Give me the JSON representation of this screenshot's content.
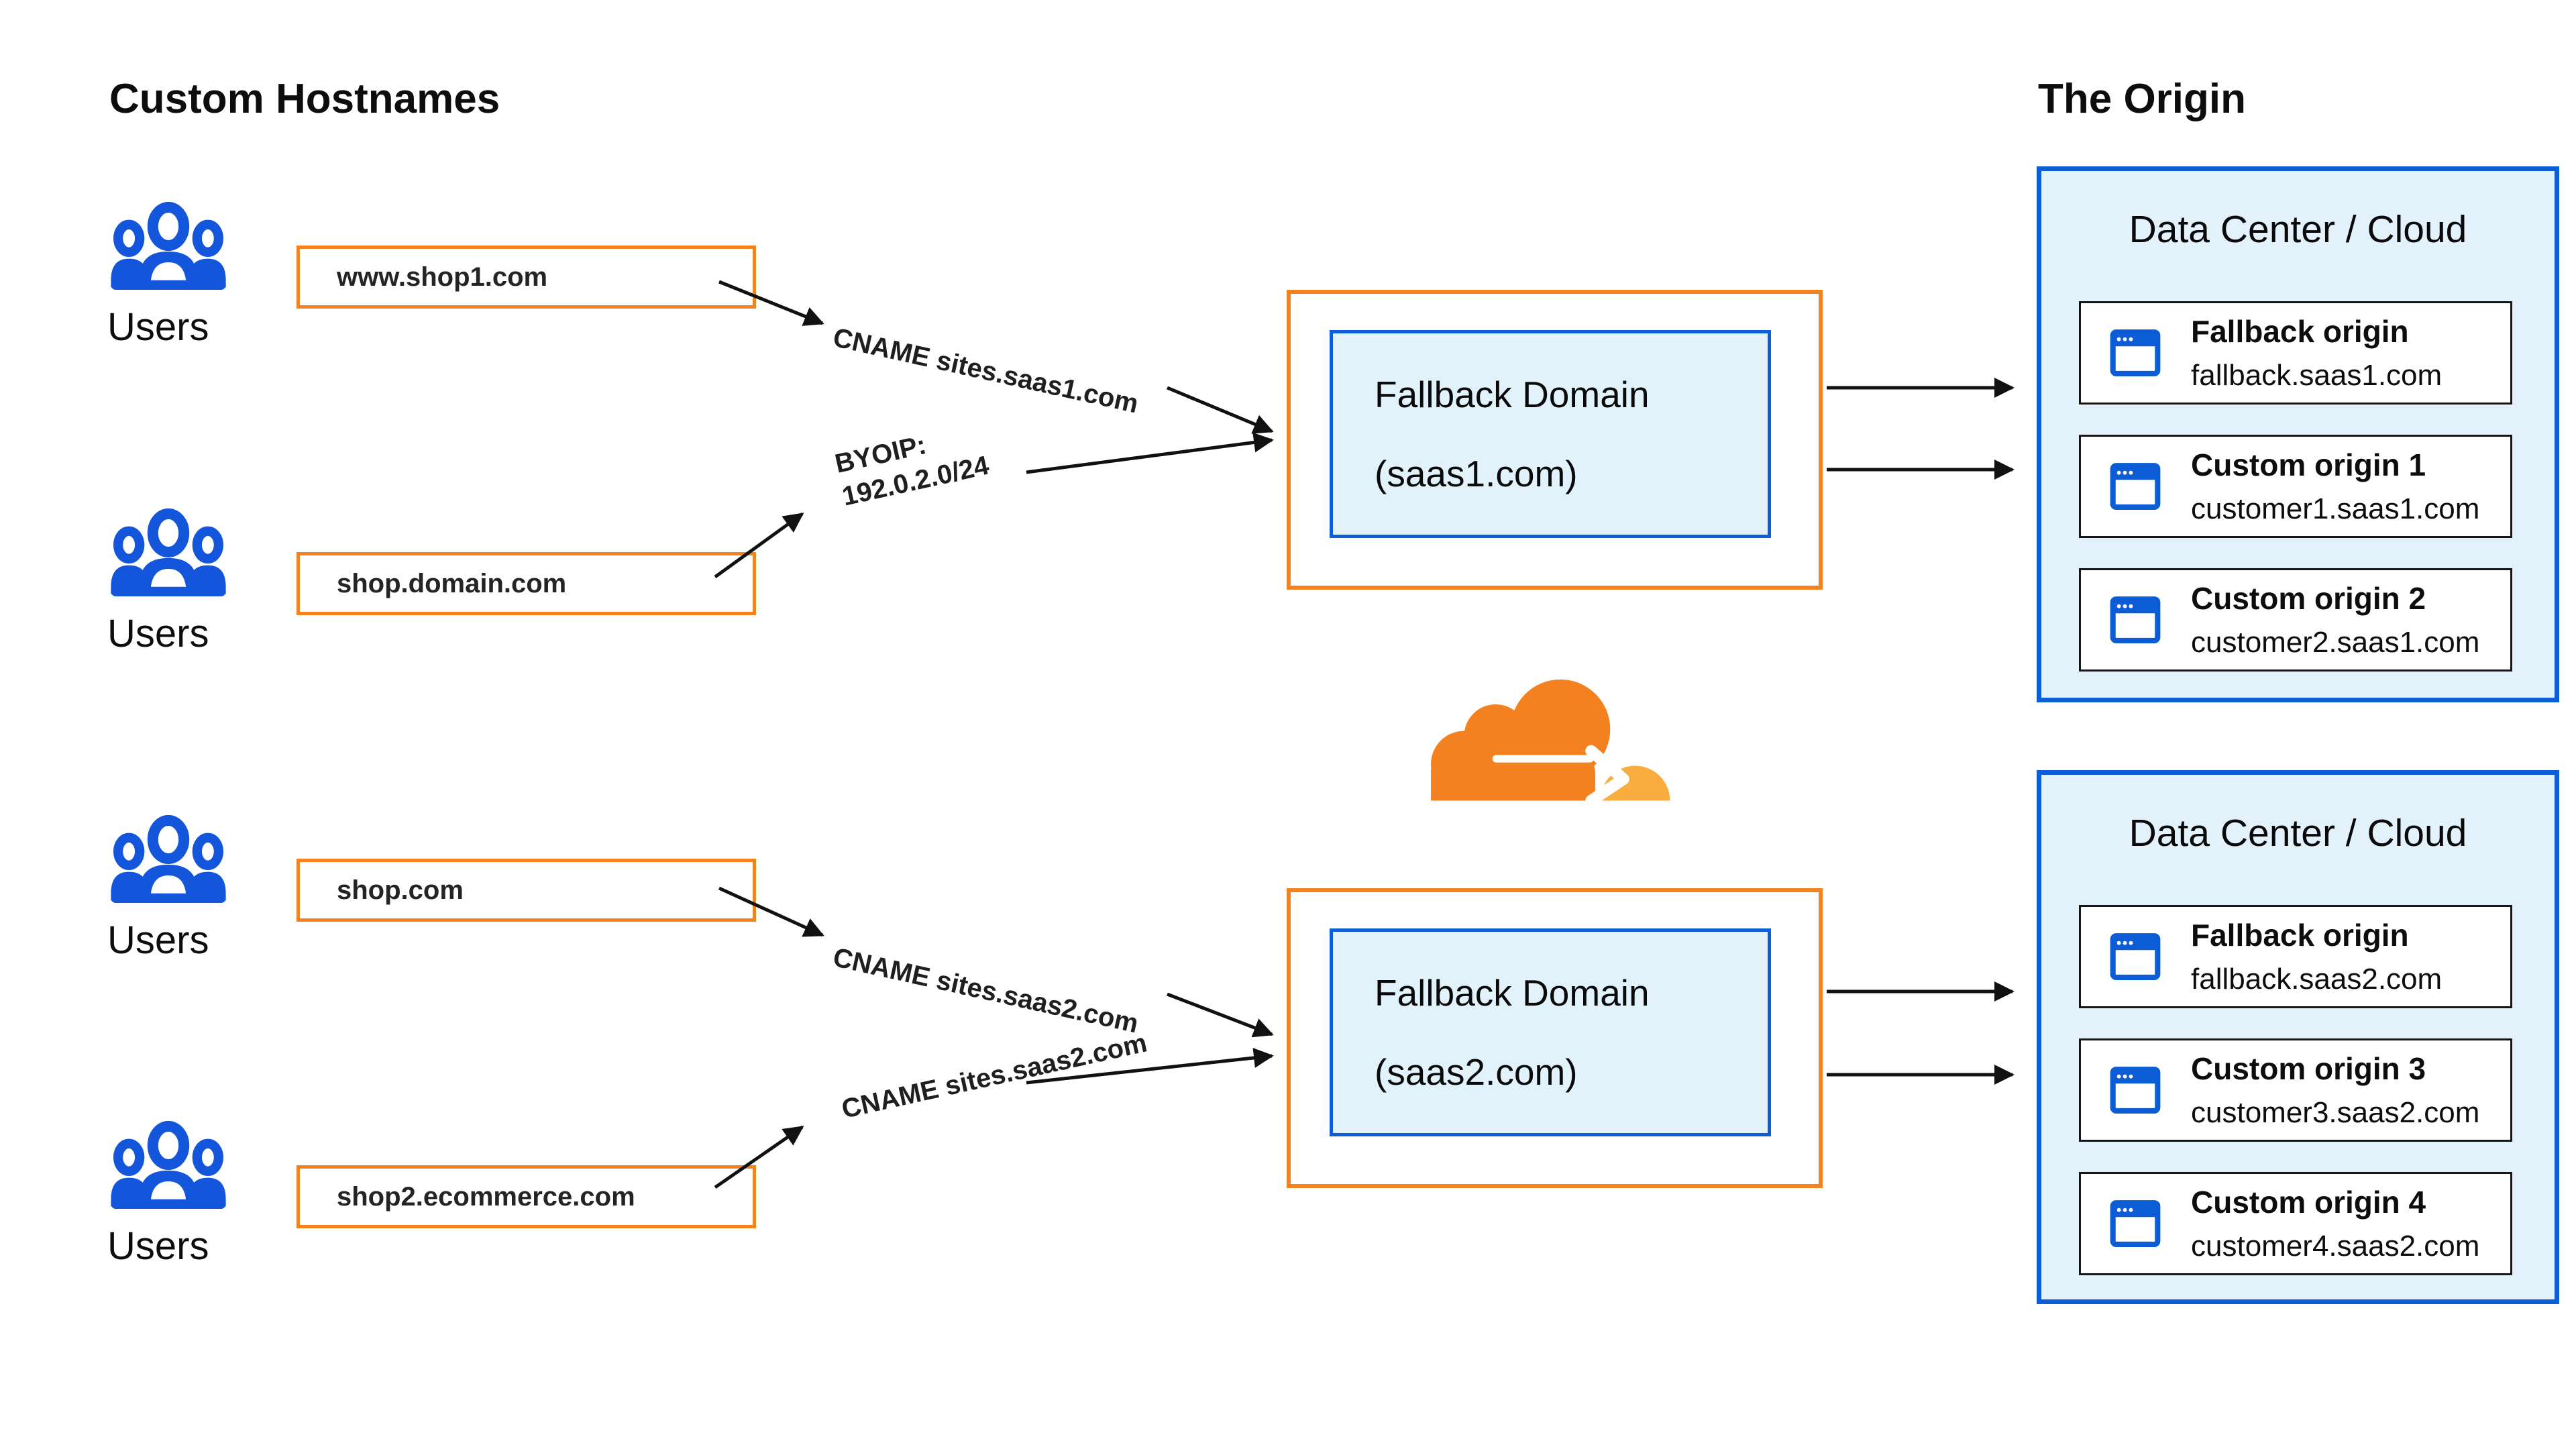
{
  "titles": {
    "left": "Custom Hostnames",
    "right": "The Origin"
  },
  "users_label": "Users",
  "hostnames": [
    "www.shop1.com",
    "shop.domain.com",
    "shop.com",
    "shop2.ecommerce.com"
  ],
  "connectors": {
    "cname_saas1": "CNAME sites.saas1.com",
    "byoip": {
      "line1": "BYOIP:",
      "line2": "192.0.2.0/24"
    },
    "cname_saas2": "CNAME sites.saas2.com"
  },
  "fallback_domains": [
    {
      "line1": "Fallback Domain",
      "line2": "(saas1.com)"
    },
    {
      "line1": "Fallback Domain",
      "line2": "(saas2.com)"
    }
  ],
  "data_centers": [
    {
      "title": "Data Center / Cloud",
      "origins": [
        {
          "name": "Fallback origin",
          "host": "fallback.saas1.com"
        },
        {
          "name": "Custom origin 1",
          "host": "customer1.saas1.com"
        },
        {
          "name": "Custom origin 2",
          "host": "customer2.saas1.com"
        }
      ]
    },
    {
      "title": "Data Center / Cloud",
      "origins": [
        {
          "name": "Fallback origin",
          "host": "fallback.saas2.com"
        },
        {
          "name": "Custom origin 3",
          "host": "customer3.saas2.com"
        },
        {
          "name": "Custom origin 4",
          "host": "customer4.saas2.com"
        }
      ]
    }
  ],
  "icons": {
    "users": "users-icon",
    "origin": "browser-window-icon",
    "cloudflare": "cloudflare-logo"
  },
  "colors": {
    "orange": "#F6821F",
    "blue": "#0D5DD7",
    "light_blue_fill": "#E2F1FA",
    "inner_fill": "#E2F2FB",
    "cloudflare_orange": "#F48120",
    "cloudflare_light_orange": "#FAAD3F",
    "arrow": "#111111",
    "text": "#0d0d0d"
  }
}
